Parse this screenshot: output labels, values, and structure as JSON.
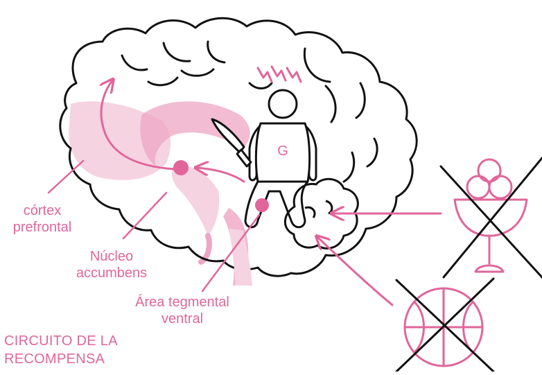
{
  "labels": {
    "cortex": [
      "córtex",
      "prefrontal"
    ],
    "nucleo": [
      "Núcleo",
      "accumbens"
    ],
    "area": [
      "Área tegmental",
      "ventral"
    ],
    "figure_letter": "G"
  },
  "title": [
    "CIRCUITO DE LA",
    "RECOMPENSA"
  ],
  "colors": {
    "accent": "#e0669a",
    "accent_light": "#f6d3e1",
    "accent_mid": "#eea6c4",
    "outline": "#111111"
  },
  "icons": [
    "brain-outline",
    "person-with-knife",
    "ice-cream-sundae-crossed",
    "basketball-crossed",
    "lightning-bolts"
  ]
}
